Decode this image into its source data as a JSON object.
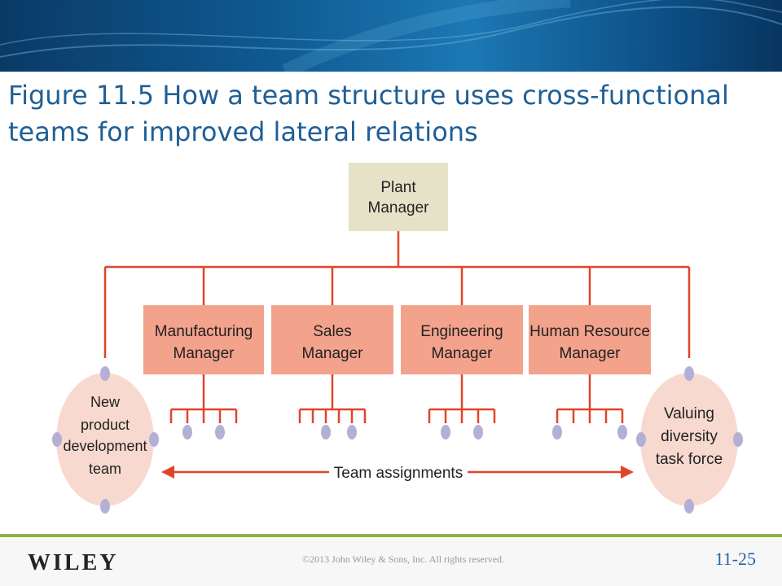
{
  "slide": {
    "title": "Figure 11.5 How a team structure uses cross-functional teams for improved lateral relations"
  },
  "diagram": {
    "top": {
      "lines": [
        "Plant",
        "Manager"
      ]
    },
    "departments": [
      {
        "lines": [
          "Manufacturing",
          "Manager"
        ]
      },
      {
        "lines": [
          "Sales",
          "Manager"
        ]
      },
      {
        "lines": [
          "Engineering",
          "Manager"
        ]
      },
      {
        "lines": [
          "Human Resource",
          "Manager"
        ]
      }
    ],
    "teams": [
      {
        "lines": [
          "New",
          "product",
          "development",
          "team"
        ]
      },
      {
        "lines": [
          "Valuing",
          "diversity",
          "task force"
        ]
      }
    ],
    "arrow_label": "Team assignments",
    "colors": {
      "line": "#e0452a",
      "top_box": "#e6e2c8",
      "dept_box": "#f3a28c",
      "team_ellipse": "#f8d9cf",
      "dot": "#b3b0d6"
    }
  },
  "footer": {
    "logo": "WILEY",
    "copyright": "©2013 John Wiley & Sons, Inc. All rights reserved.",
    "page": "11-25"
  }
}
